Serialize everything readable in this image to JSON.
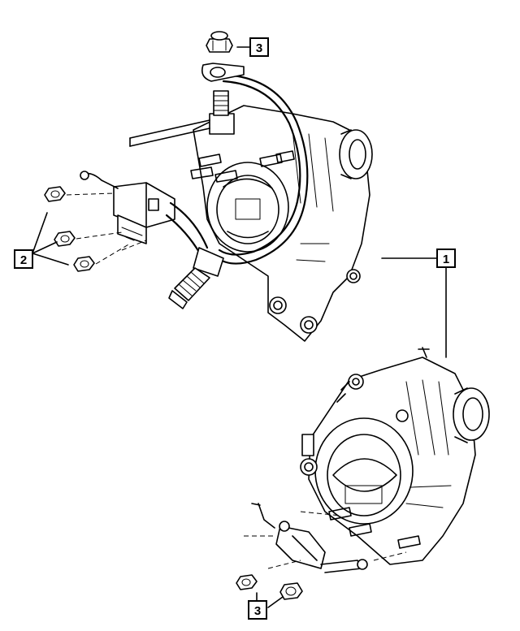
{
  "callouts": {
    "top_nut": "3",
    "alternator_assembly": "1",
    "side_nuts": "2",
    "bottom_nuts": "3"
  }
}
